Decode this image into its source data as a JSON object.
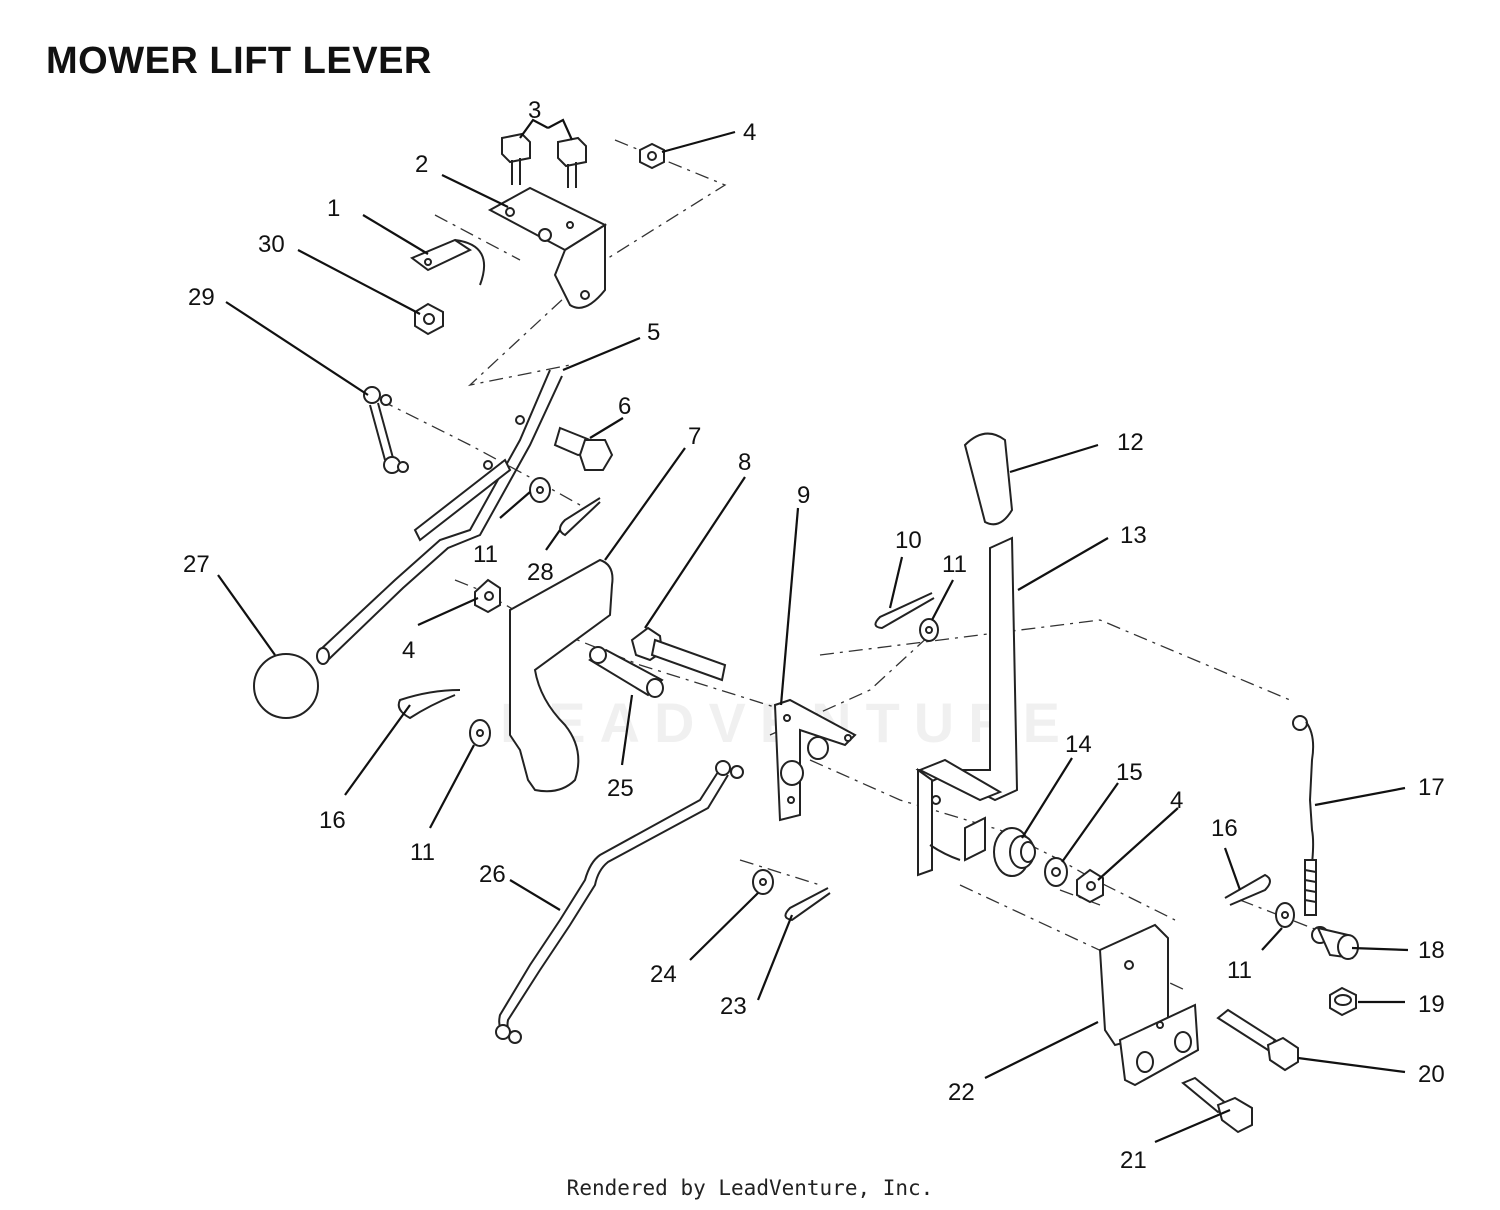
{
  "title": "MOWER LIFT LEVER",
  "footer": "Rendered by LeadVenture, Inc.",
  "watermark": "LEADVENTURE",
  "callouts": [
    "1",
    "2",
    "3",
    "4",
    "30",
    "29",
    "5",
    "6",
    "7",
    "8",
    "9",
    "10",
    "11",
    "11",
    "11",
    "11",
    "12",
    "13",
    "14",
    "15",
    "4",
    "4",
    "16",
    "16",
    "17",
    "18",
    "19",
    "20",
    "21",
    "22",
    "23",
    "24",
    "25",
    "26",
    "27",
    "28"
  ]
}
